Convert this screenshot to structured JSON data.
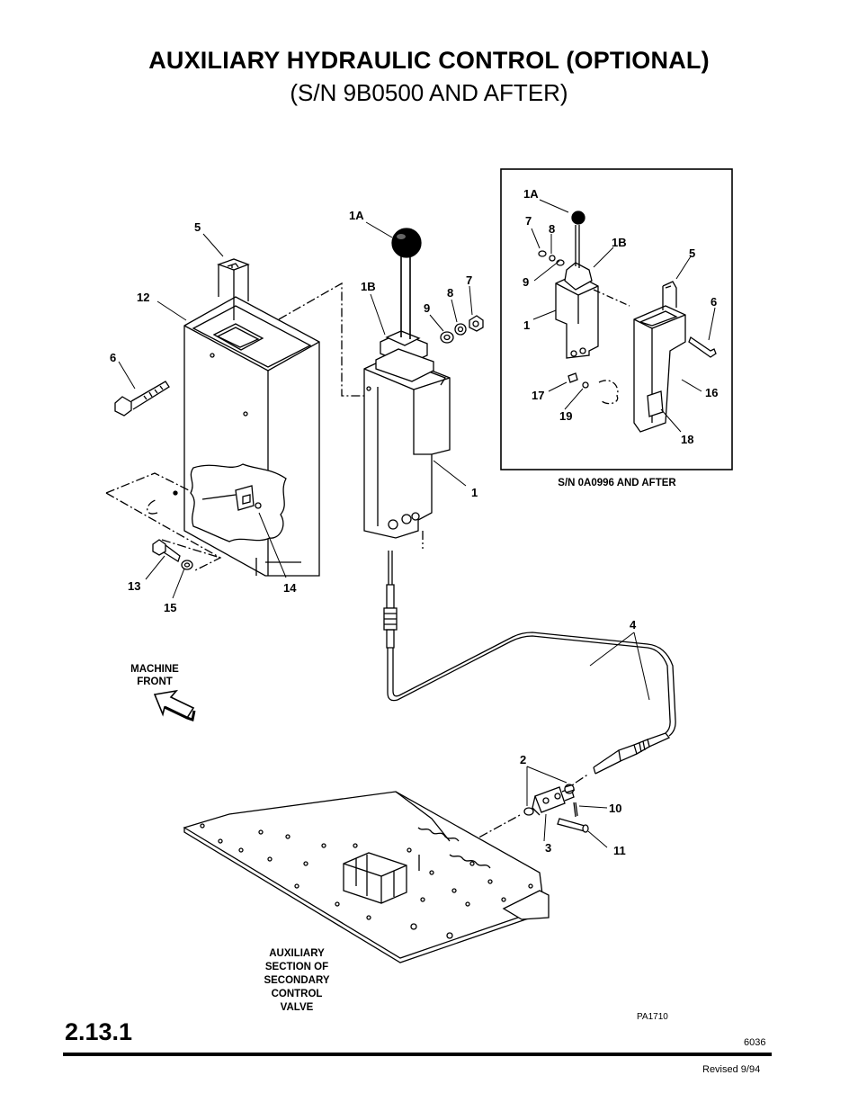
{
  "title": "AUXILIARY HYDRAULIC CONTROL (OPTIONAL)",
  "subtitle": "(S/N 9B0500 AND AFTER)",
  "section_number": "2.13.1",
  "doc_number": "6036",
  "revised": "Revised 9/94",
  "figure_id": "PA1710",
  "inset_caption": "S/N 0A0996 AND AFTER",
  "notes": {
    "machine_front": [
      "MACHINE",
      "FRONT"
    ],
    "valve": [
      "AUXILIARY",
      "SECTION OF",
      "SECONDARY",
      "CONTROL",
      "VALVE"
    ]
  },
  "callouts": {
    "main": [
      "1A",
      "1B",
      "1",
      "2",
      "3",
      "4",
      "5",
      "6",
      "7",
      "8",
      "9",
      "10",
      "11",
      "12",
      "13",
      "14",
      "15"
    ],
    "inset": [
      "1A",
      "1B",
      "1",
      "5",
      "6",
      "7",
      "8",
      "9",
      "16",
      "17",
      "18",
      "19"
    ]
  }
}
